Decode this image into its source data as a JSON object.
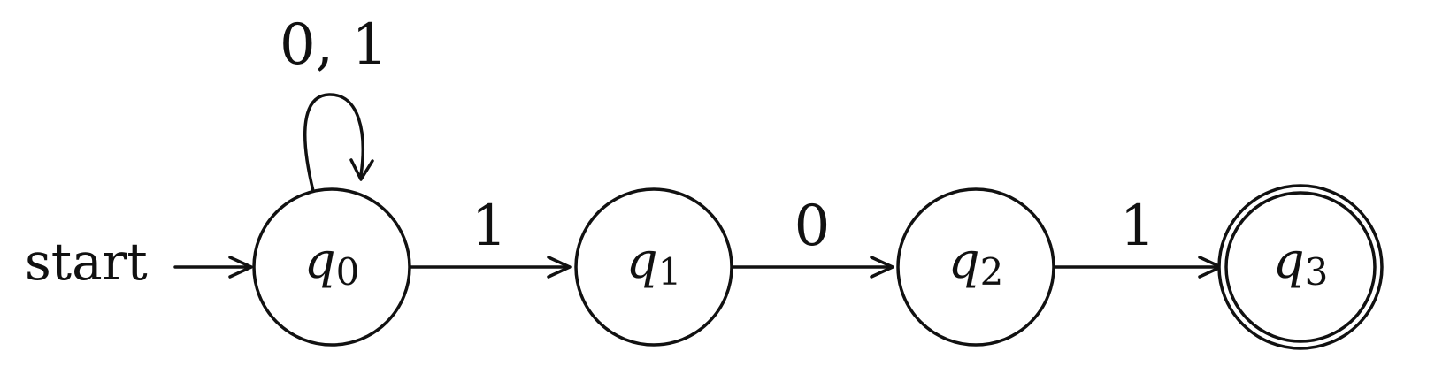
{
  "diagram": {
    "start_label": "start",
    "self_loop_label": "0, 1",
    "states": [
      {
        "name": "q",
        "subscript": "0",
        "accepting": false
      },
      {
        "name": "q",
        "subscript": "1",
        "accepting": false
      },
      {
        "name": "q",
        "subscript": "2",
        "accepting": false
      },
      {
        "name": "q",
        "subscript": "3",
        "accepting": true
      }
    ],
    "transitions": [
      {
        "from": "q0",
        "to": "q0",
        "label": "0, 1"
      },
      {
        "from": "q0",
        "to": "q1",
        "label": "1"
      },
      {
        "from": "q1",
        "to": "q2",
        "label": "0"
      },
      {
        "from": "q2",
        "to": "q3",
        "label": "1"
      }
    ],
    "colors": {
      "stroke": "#111111",
      "background": "#ffffff"
    }
  }
}
